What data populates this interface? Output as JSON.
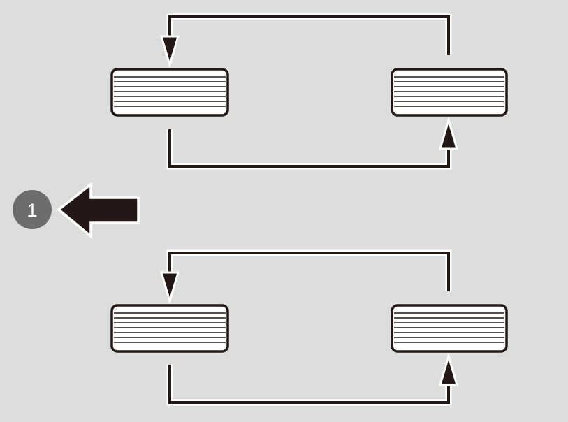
{
  "diagram": {
    "background_color": "#dcdddd",
    "line_color": "#231815",
    "outline_color": "#ffffff",
    "badge": {
      "label": "1",
      "fill_color": "#6d6d6d",
      "text_color": "#ffffff"
    },
    "pointer_arrow": {
      "direction": "left",
      "icon": "left-arrow-icon"
    },
    "rotation_groups": [
      {
        "tires": [
          "tire-left",
          "tire-right"
        ],
        "icons": [
          "tire-icon",
          "rotation-arrow-icon"
        ]
      },
      {
        "tires": [
          "tire-left",
          "tire-right"
        ],
        "icons": [
          "tire-icon",
          "rotation-arrow-icon"
        ]
      }
    ]
  }
}
